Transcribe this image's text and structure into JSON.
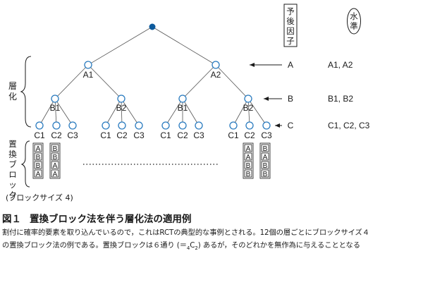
{
  "diagram": {
    "factor_header": "予後因子",
    "level_header": "水準",
    "stratum_label": "層化",
    "block_label": "置換ブロック",
    "block_size_note": "(ブロックサイズ 4)",
    "factors": [
      {
        "name": "A",
        "levels": "A1,A2"
      },
      {
        "name": "B",
        "levels": "B1,B2"
      },
      {
        "name": "C",
        "levels": "C1,C2,C3"
      }
    ],
    "level1_labels": [
      "A1",
      "A2"
    ],
    "level2_labels": [
      "B1",
      "B2",
      "B1",
      "B2"
    ],
    "level3_labels": [
      "C1",
      "C2",
      "C3"
    ],
    "blocks_left": [
      [
        "A",
        "B",
        "B",
        "A"
      ],
      [
        "B",
        "B",
        "A",
        "A"
      ]
    ],
    "blocks_right": [
      [
        "A",
        "A",
        "B",
        "B"
      ],
      [
        "B",
        "A",
        "B",
        "B"
      ]
    ]
  },
  "caption": {
    "figure_number": "図１",
    "title": "置換ブロック法を伴う層化法の適用例",
    "line1": "割付に確率的要素を取り込んでいるので，これはRCTの典型的な事例とされる。12個の層ごとにブロックサイズ４",
    "line2_pre": "の置換ブロック法の例である。置換ブロックは６通り (＝",
    "line2_sub1": "4",
    "line2_mid": "C",
    "line2_sub2": "2",
    "line2_post": ") あるが，そのどれかを無作為に与えることとなる"
  }
}
